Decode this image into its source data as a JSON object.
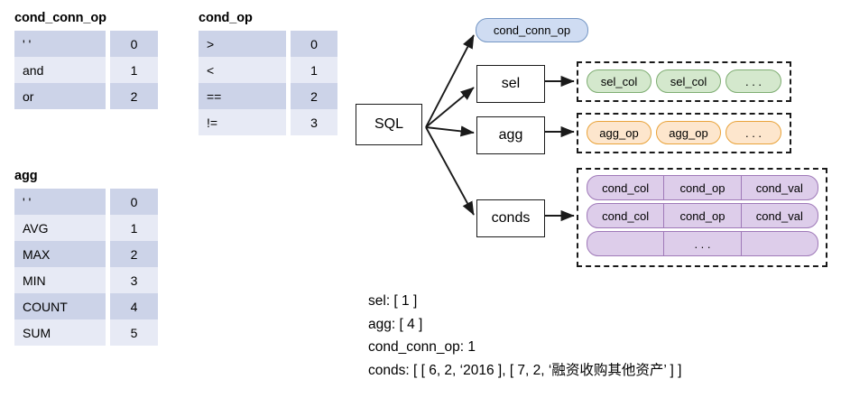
{
  "tables": [
    {
      "id": "cond_conn_op",
      "title": "cond_conn_op",
      "rows": [
        {
          "key": "' '",
          "value": "0"
        },
        {
          "key": "and",
          "value": "1"
        },
        {
          "key": "or",
          "value": "2"
        }
      ]
    },
    {
      "id": "cond_op",
      "title": "cond_op",
      "rows": [
        {
          "key": ">",
          "value": "0"
        },
        {
          "key": "<",
          "value": "1"
        },
        {
          "key": "==",
          "value": "2"
        },
        {
          "key": "!=",
          "value": "3"
        }
      ]
    },
    {
      "id": "agg",
      "title": "agg",
      "rows": [
        {
          "key": "' '",
          "value": "0"
        },
        {
          "key": "AVG",
          "value": "1"
        },
        {
          "key": "MAX",
          "value": "2"
        },
        {
          "key": "MIN",
          "value": "3"
        },
        {
          "key": "COUNT",
          "value": "4"
        },
        {
          "key": "SUM",
          "value": "5"
        }
      ]
    }
  ],
  "diagram": {
    "root_label": "SQL",
    "branches": {
      "cond_conn_op_pill": "cond_conn_op",
      "sel_box": "sel",
      "agg_box": "agg",
      "conds_box": "conds"
    },
    "sel_list": [
      "sel_col",
      "sel_col",
      ". . ."
    ],
    "agg_list": [
      "agg_op",
      "agg_op",
      ". . ."
    ],
    "conds_rows": [
      [
        "cond_col",
        "cond_op",
        "cond_val"
      ],
      [
        "cond_col",
        "cond_op",
        "cond_val"
      ],
      [
        "",
        ". . .",
        ""
      ]
    ]
  },
  "caption": {
    "lines": [
      "sel: [ 1 ]",
      "agg: [ 4 ]",
      "cond_conn_op: 1",
      "conds: [ [ 6, 2, ‘2016 ], [ 7, 2, ‘融资收购其他资产’ ] ]"
    ]
  },
  "colors": {
    "table_row_dark": "#ccd3e8",
    "table_row_light": "#e7eaf5",
    "pill_blue_fill": "#cfdcf2",
    "pill_blue_stroke": "#7496c4",
    "pill_green_fill": "#d4e8cd",
    "pill_green_stroke": "#7ead72",
    "pill_orange_fill": "#fde6cd",
    "pill_orange_stroke": "#e9a33a",
    "pill_purple_fill": "#ddcdea",
    "pill_purple_stroke": "#9f79b8",
    "stroke_black": "#1a1a1a"
  }
}
